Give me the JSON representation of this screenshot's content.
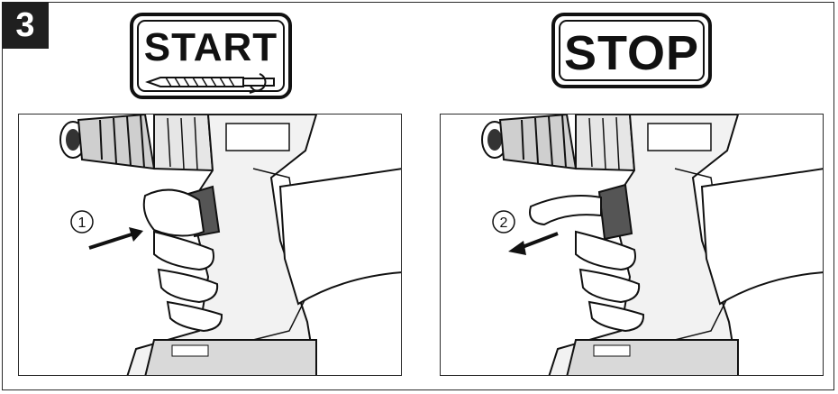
{
  "step": {
    "number": "3"
  },
  "labels": {
    "start": "START",
    "stop": "STOP"
  },
  "callouts": {
    "one": "1",
    "two": "2"
  },
  "icons": {
    "start_symbol": "drill-bit-rotation-icon",
    "press_arrow": "arrow-press-icon",
    "release_arrow": "arrow-release-icon"
  },
  "colors": {
    "ink": "#111111",
    "background": "#ffffff",
    "shade": "#d9d9d9"
  }
}
